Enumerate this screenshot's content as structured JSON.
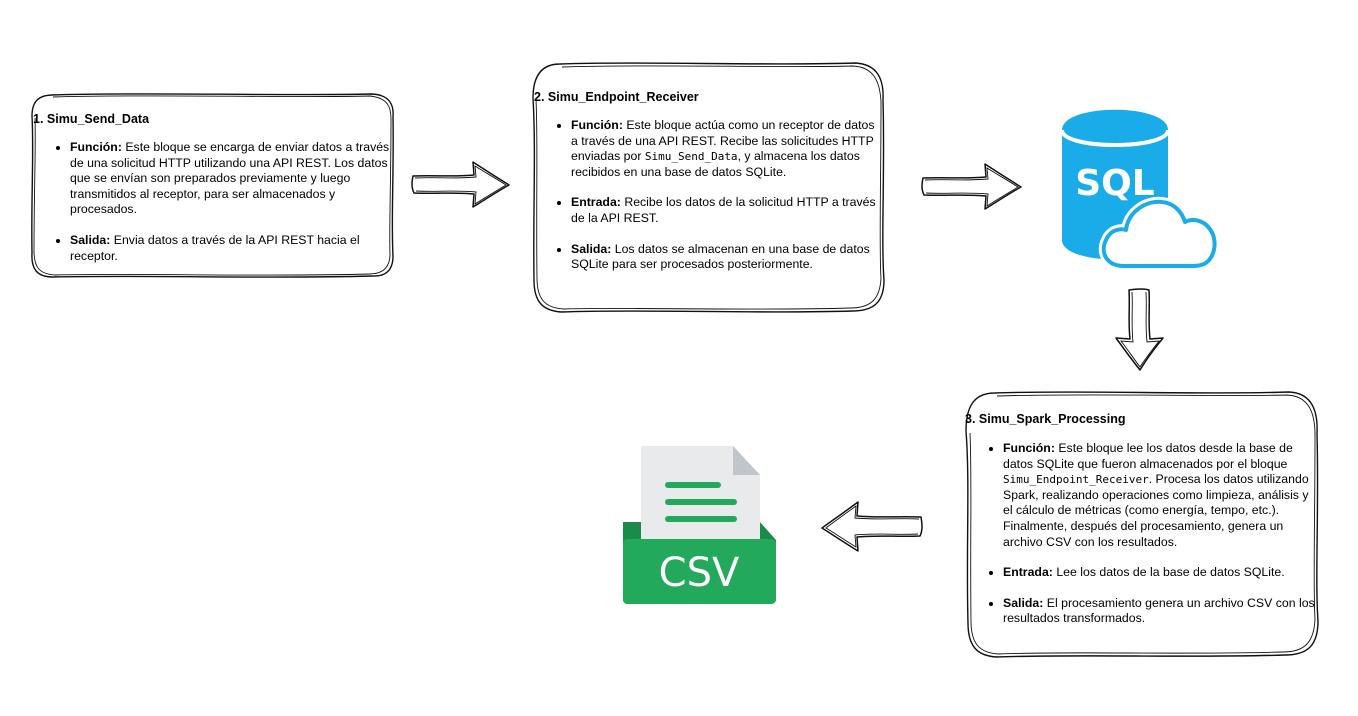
{
  "diagram": {
    "blocks": [
      {
        "title": "1. Simu_Send_Data",
        "items": [
          {
            "key": "Función:",
            "text": "Este bloque se encarga de enviar datos a través de una solicitud HTTP utilizando una API REST. Los datos que se envían son preparados previamente y luego transmitidos al receptor, para ser almacenados y procesados."
          },
          {
            "key": "Salida:",
            "text": "Envia datos a través de la API REST hacia el receptor."
          }
        ]
      },
      {
        "title": "2. Simu_Endpoint_Receiver",
        "items": [
          {
            "key": "Función:",
            "text_before": "Este bloque actúa como un receptor de datos a través de una API REST. Recibe las solicitudes HTTP enviadas por",
            "code": "Simu_Send_Data",
            "text_after": ", y almacena los datos recibidos en una base de datos SQLite."
          },
          {
            "key": "Entrada:",
            "text": "Recibe los datos de la solicitud HTTP a través de la API REST."
          },
          {
            "key": "Salida:",
            "text": "Los datos se almacenan en una base de datos SQLite para ser procesados posteriormente."
          }
        ]
      },
      {
        "title": "3. Simu_Spark_Processing",
        "items": [
          {
            "key": "Función:",
            "text_before": "Este bloque lee los datos desde la base de datos SQLite que fueron almacenados por el bloque",
            "code": "Simu_Endpoint_Receiver",
            "text_after": ". Procesa los datos utilizando Spark, realizando operaciones como limpieza, análisis y el cálculo de métricas (como energía, tempo, etc.). Finalmente, después del procesamiento, genera un archivo CSV con los resultados."
          },
          {
            "key": "Entrada:",
            "text": "Lee los datos de la base de datos SQLite."
          },
          {
            "key": "Salida:",
            "text": "El procesamiento genera un archivo CSV con los resultados transformados."
          }
        ]
      }
    ],
    "sql_icon": {
      "icon": "sql-database-cloud-icon",
      "label": "SQL",
      "color": "#1aace8"
    },
    "csv_icon": {
      "icon": "csv-file-icon",
      "label": "CSV",
      "color": "#22a95b",
      "page_color": "#e9eaeb",
      "fold_color": "#bfc5cb"
    }
  }
}
